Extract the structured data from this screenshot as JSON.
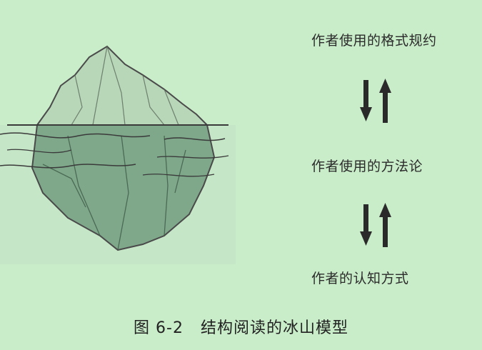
{
  "labels": {
    "top": "作者使用的格式规约",
    "middle": "作者使用的方法论",
    "bottom": "作者的认知方式"
  },
  "caption": "图 6-2   结构阅读的冰山模型",
  "colors": {
    "background": "#c9ecc9",
    "iceberg_top": "#b4d4b4",
    "iceberg_bottom": "#7da68a",
    "arrow": "#2a2a2a"
  },
  "icons": [
    "iceberg-illustration",
    "arrow-down-icon",
    "arrow-up-icon"
  ]
}
